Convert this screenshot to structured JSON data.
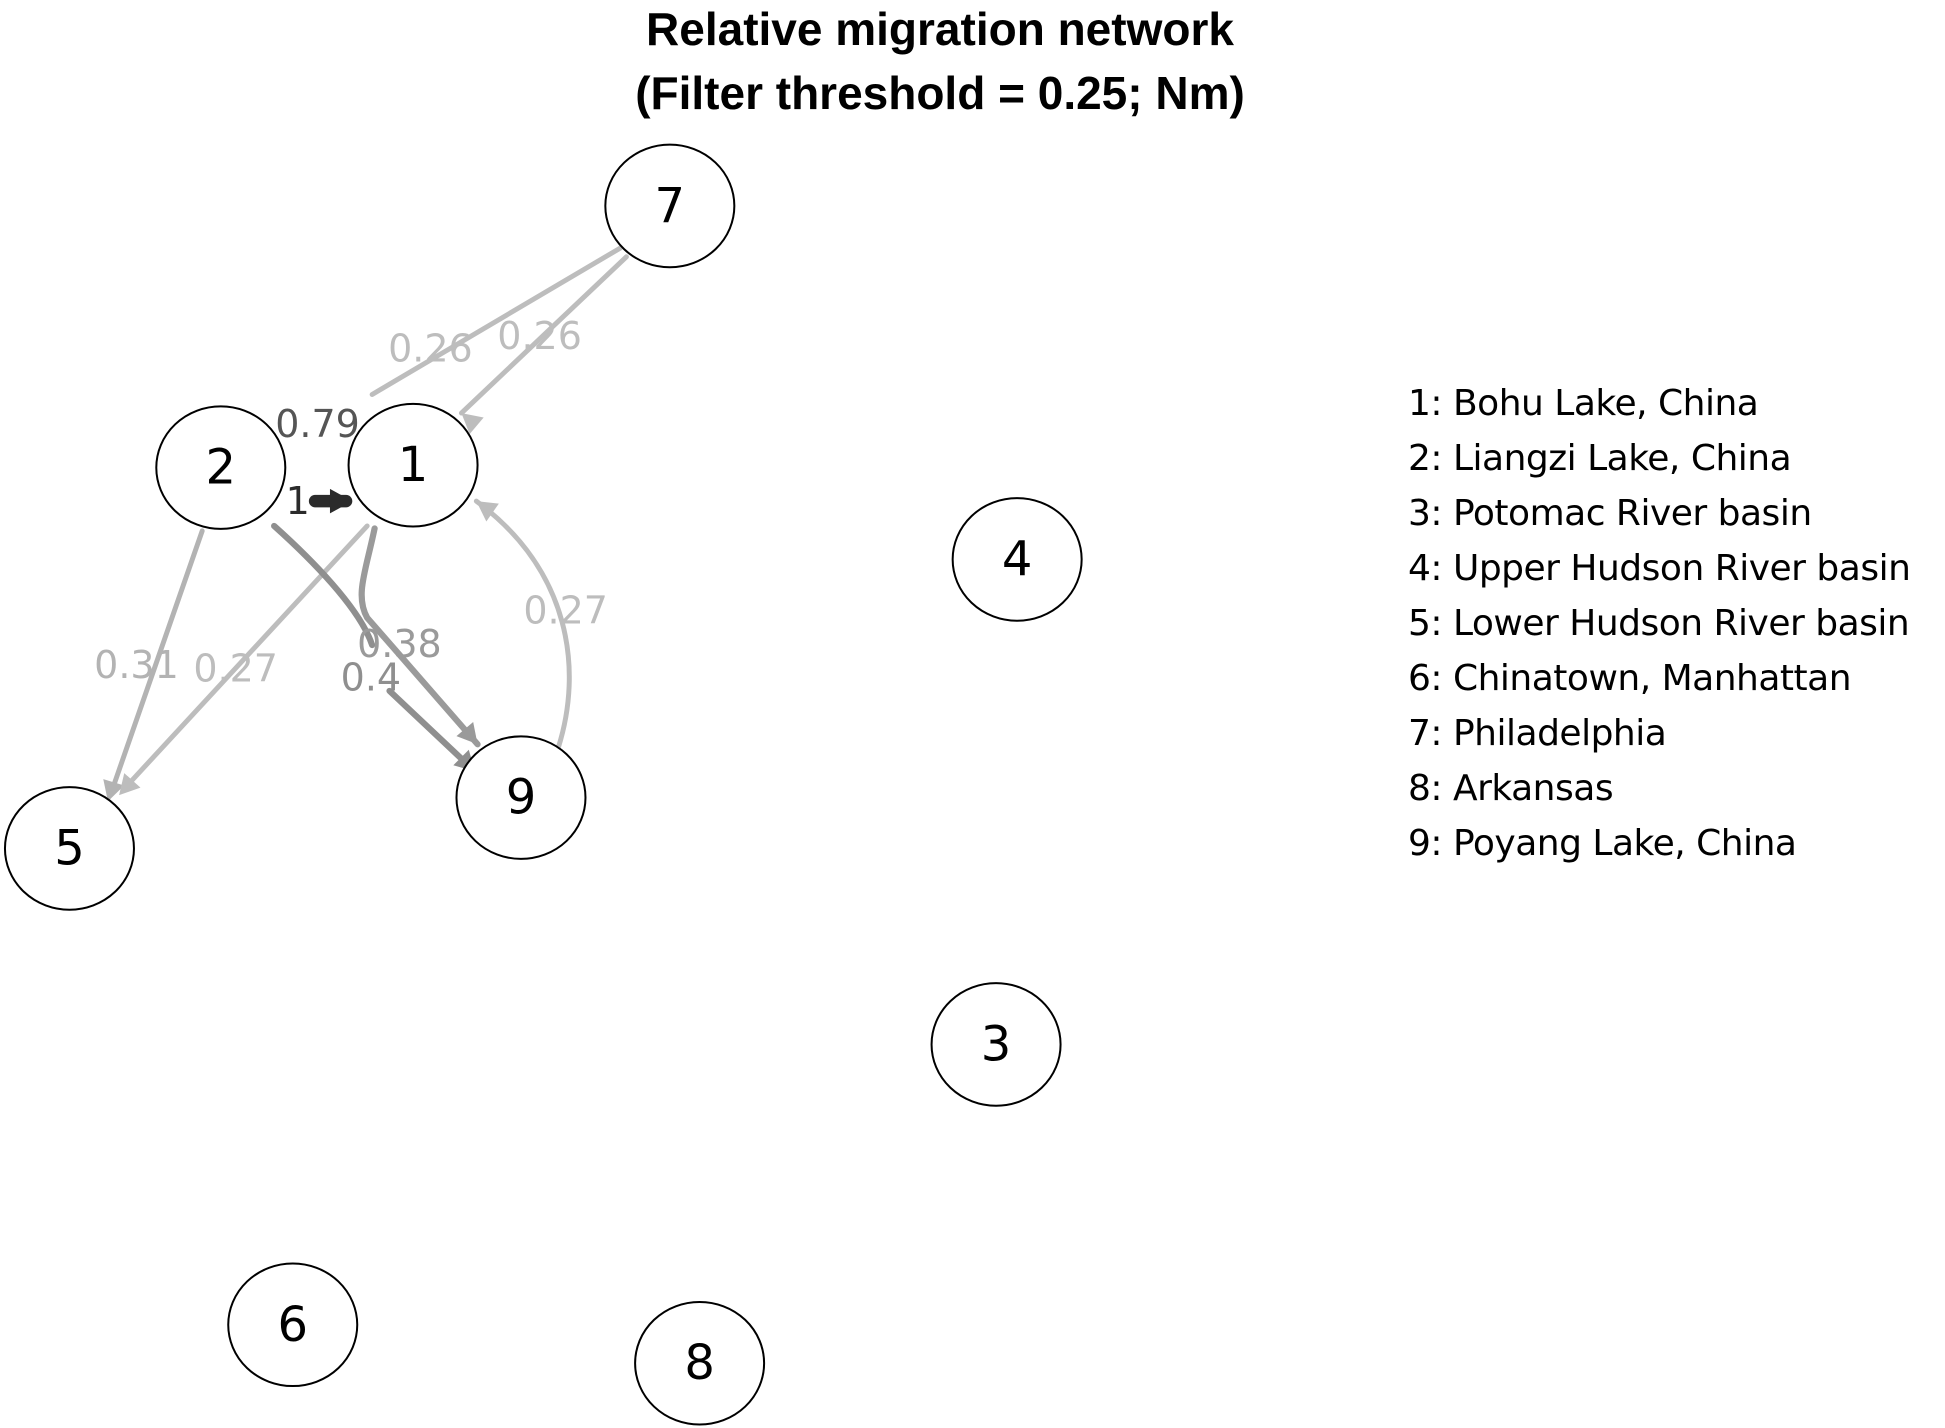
{
  "title": {
    "line1": "Relative migration network",
    "line2": "(Filter threshold = 0.25; Nm)"
  },
  "nodes": [
    {
      "id": "1",
      "label": "1"
    },
    {
      "id": "2",
      "label": "2"
    },
    {
      "id": "3",
      "label": "3"
    },
    {
      "id": "4",
      "label": "4"
    },
    {
      "id": "5",
      "label": "5"
    },
    {
      "id": "6",
      "label": "6"
    },
    {
      "id": "7",
      "label": "7"
    },
    {
      "id": "8",
      "label": "8"
    },
    {
      "id": "9",
      "label": "9"
    }
  ],
  "edges": [
    {
      "from": "7",
      "to": "2",
      "weight": "0.26",
      "color": "#bdbdbd"
    },
    {
      "from": "7",
      "to": "1",
      "weight": "0.26",
      "color": "#bdbdbd"
    },
    {
      "from": "1",
      "to": "2",
      "weight": "0.79",
      "color": "#555555"
    },
    {
      "from": "2",
      "to": "1",
      "weight": "1",
      "color": "#2b2b2b"
    },
    {
      "from": "2",
      "to": "5",
      "weight": "0.31",
      "color": "#b3b3b3"
    },
    {
      "from": "1",
      "to": "5",
      "weight": "0.27",
      "color": "#bdbdbd"
    },
    {
      "from": "1",
      "to": "9",
      "weight": "0.38",
      "color": "#9a9a9a"
    },
    {
      "from": "2",
      "to": "9",
      "weight": "0.4",
      "color": "#8f8f8f"
    },
    {
      "from": "9",
      "to": "1",
      "weight": "0.27",
      "color": "#bdbdbd"
    }
  ],
  "legend": [
    "1: Bohu Lake, China",
    "2: Liangzi Lake, China",
    "3: Potomac River basin",
    "4: Upper Hudson River basin",
    "5: Lower Hudson River basin",
    "6: Chinatown, Manhattan",
    "7: Philadelphia",
    "8: Arkansas",
    "9: Poyang Lake, China"
  ]
}
